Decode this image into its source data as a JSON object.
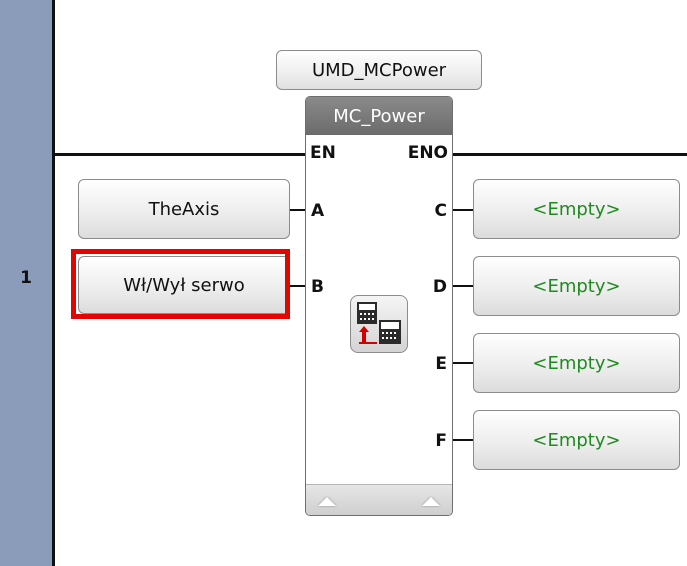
{
  "rung": {
    "number": "1"
  },
  "instance": {
    "name": "UMD_MCPower"
  },
  "function_block": {
    "name": "MC_Power",
    "icon": "udp-function-block-icon",
    "pins": {
      "en": "EN",
      "eno": "ENO",
      "inputs": [
        "A",
        "B"
      ],
      "outputs": [
        "C",
        "D",
        "E",
        "F"
      ]
    }
  },
  "inputs": [
    {
      "label": "TheAxis",
      "selected": false
    },
    {
      "label": "Wł/Wył serwo",
      "selected": true
    }
  ],
  "outputs": [
    {
      "label": "<Empty>"
    },
    {
      "label": "<Empty>"
    },
    {
      "label": "<Empty>"
    },
    {
      "label": "<Empty>"
    }
  ],
  "colors": {
    "rung_bar": "#8a9cba",
    "selection": "#e10600",
    "empty_text": "#1f8a1f",
    "fb_header": "#6b6b6b"
  }
}
